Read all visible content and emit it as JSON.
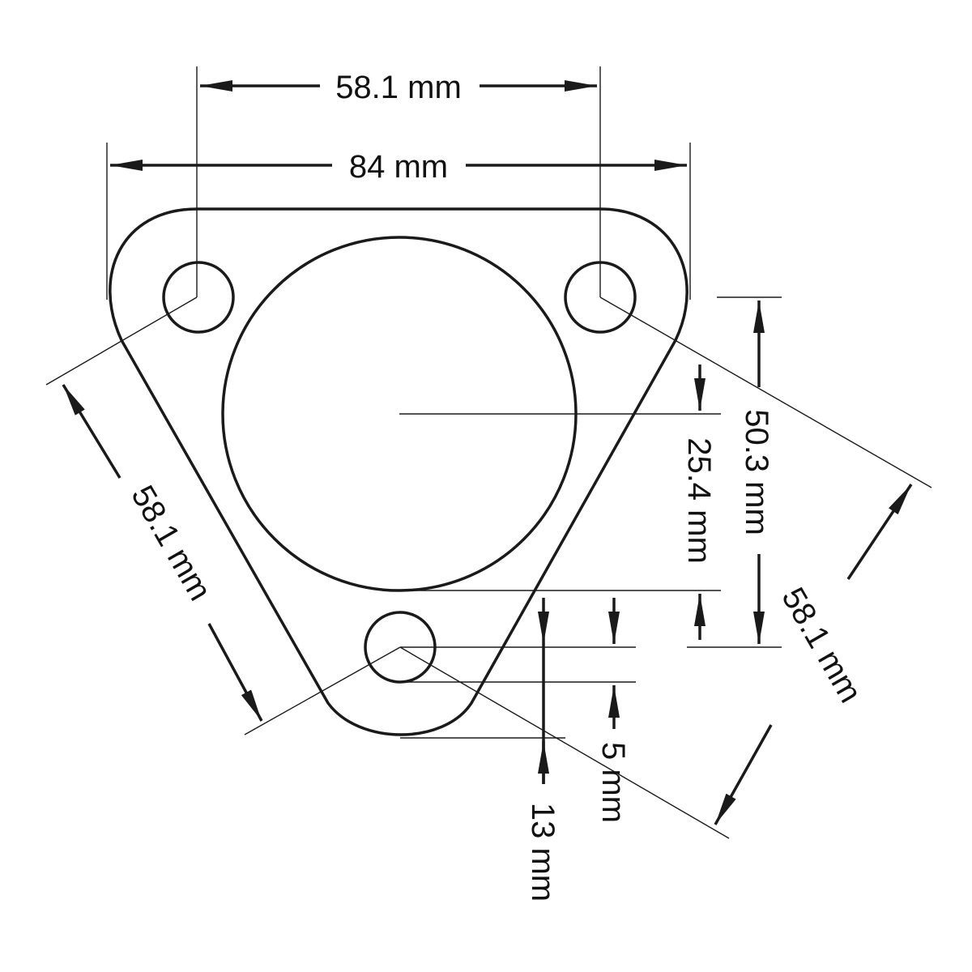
{
  "colors": {
    "line": "#1a1a1a",
    "background": "#ffffff"
  },
  "dimensions": {
    "top_hole_spacing": "58.1 mm",
    "overall_width": "84 mm",
    "left_side_spacing": "58.1 mm",
    "right_side_spacing": "58.1 mm",
    "outer_height": "50.3 mm",
    "center_bore_radius": "25.4 mm",
    "hole_radius": "5 mm",
    "edge_radius": "13 mm"
  }
}
